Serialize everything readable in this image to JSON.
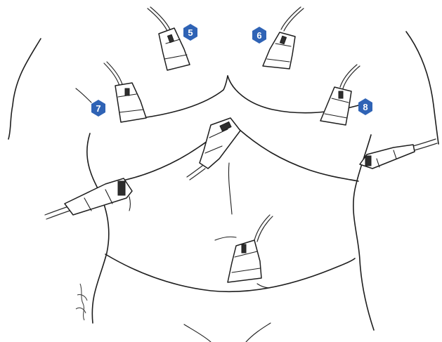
{
  "markers": [
    {
      "id": "marker-5",
      "label": "5",
      "color": "#2f63b5"
    },
    {
      "id": "marker-6",
      "label": "6",
      "color": "#2f63b5"
    },
    {
      "id": "marker-7",
      "label": "7",
      "color": "#2f63b5"
    },
    {
      "id": "marker-8",
      "label": "8",
      "color": "#2f63b5"
    }
  ],
  "colors": {
    "ink": "#1e1e1e",
    "marker": "#2f63b5",
    "background": "#ffffff"
  }
}
